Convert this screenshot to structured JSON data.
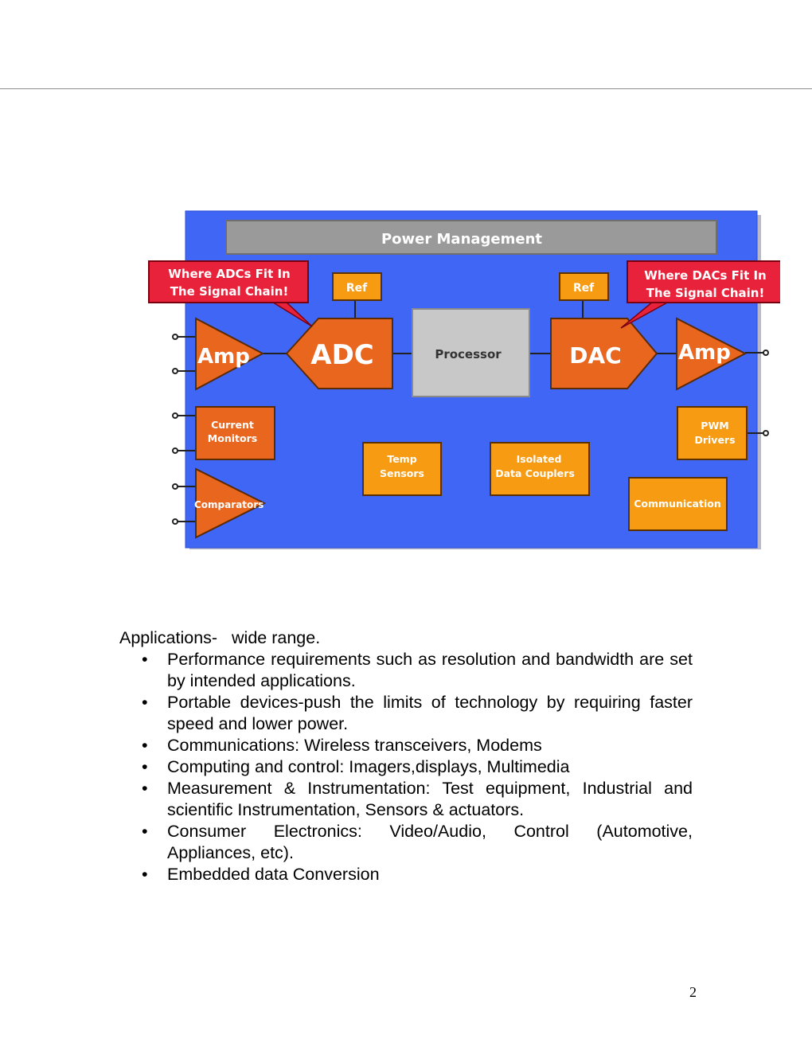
{
  "diagram": {
    "power_management": "Power Management",
    "callout_adc": [
      "Where ADCs Fit In",
      "The Signal Chain!"
    ],
    "callout_dac": [
      "Where DACs Fit In",
      "The Signal Chain!"
    ],
    "ref_left": "Ref",
    "ref_right": "Ref",
    "amp_left": "Amp",
    "adc": "ADC",
    "processor": "Processor",
    "dac": "DAC",
    "amp_right": "Amp",
    "current_monitors": [
      "Current",
      "Monitors"
    ],
    "comparators": "Comparators",
    "temp_sensors": [
      "Temp",
      "Sensors"
    ],
    "isolated_data_couplers": [
      "Isolated",
      "Data Couplers"
    ],
    "pwm_drivers": [
      "PWM",
      "Drivers"
    ],
    "communication": "Communication",
    "colors": {
      "background": "#3f66f5",
      "power_bar": "#9a9a9a",
      "orange_block": "#e9661f",
      "light_orange_block": "#f79b12",
      "processor": "#c8c8c8",
      "callout": "#e8223a"
    }
  },
  "text": {
    "intro_label": "Applications-",
    "intro_rest": "wide range.",
    "bullet_symbol": "•",
    "bullets": [
      "Performance requirements such as resolution and bandwidth are set by intended applications.",
      "Portable devices-push the limits of technology by requiring faster speed and lower power.",
      "Communications: Wireless transceivers, Modems",
      "Computing and control: Imagers,displays, Multimedia",
      "Measurement & Instrumentation: Test equipment, Industrial and scientific Instrumentation, Sensors & actuators.",
      "Consumer Electronics: Video/Audio, Control (Automotive, Appliances, etc).",
      "Embedded data Conversion"
    ]
  },
  "page_number": "2"
}
